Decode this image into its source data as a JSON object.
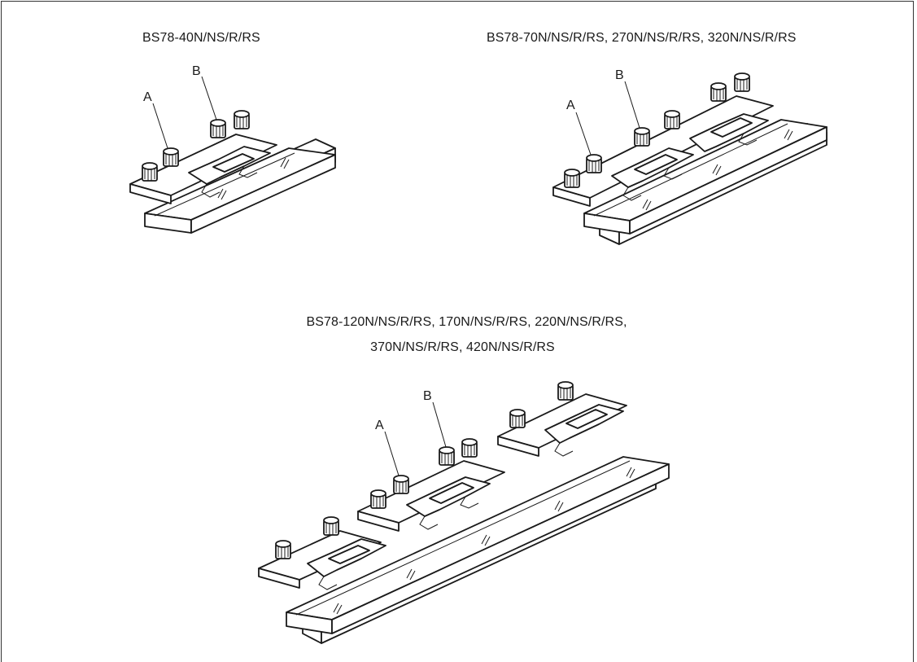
{
  "figures": [
    {
      "caption": "BS78-40N/NS/R/RS",
      "label_a": "A",
      "label_b": "B"
    },
    {
      "caption": "BS78-70N/NS/R/RS, 270N/NS/R/RS, 320N/NS/R/RS",
      "label_a": "A",
      "label_b": "B"
    },
    {
      "caption_line1": "BS78-120N/NS/R/RS, 170N/NS/R/RS, 220N/NS/R/RS,",
      "caption_line2": "370N/NS/R/RS, 420N/NS/R/RS",
      "label_a": "A",
      "label_b": "B"
    }
  ],
  "colors": {
    "line": "#1a1a1a",
    "background": "#ffffff"
  }
}
